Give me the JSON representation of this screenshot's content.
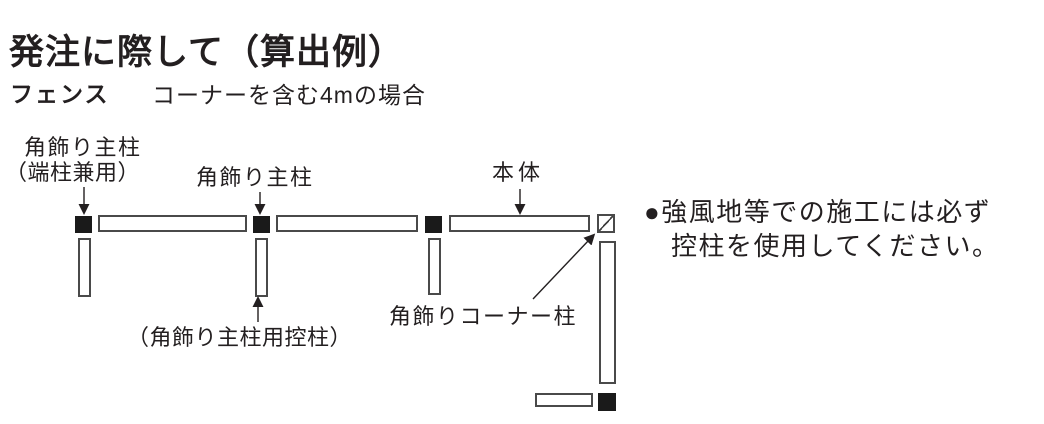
{
  "header": {
    "title": "発注に際して（算出例）",
    "product": "フェンス",
    "condition": "コーナーを含む4mの場合"
  },
  "diagram": {
    "labels": {
      "corner_main_post_end_line1": "角飾り主柱",
      "corner_main_post_end_line2": "（端柱兼用）",
      "corner_main_post": "角飾り主柱",
      "panel_body": "本体",
      "support_post": "（角飾り主柱用控柱）",
      "corner_post": "角飾りコーナー柱"
    },
    "parts": {
      "black_posts": 4,
      "fence_panels_horizontal": 3,
      "fence_panel_vertical": 1,
      "support_posts": 3,
      "corner_block": 1
    }
  },
  "note": {
    "line1": "●強風地等での施工には必ず",
    "line2": "控柱を使用してください。"
  },
  "colors": {
    "ink": "#231f20",
    "post_fill": "#1a1a1a",
    "outline": "#4a4a4a",
    "background": "#ffffff"
  }
}
